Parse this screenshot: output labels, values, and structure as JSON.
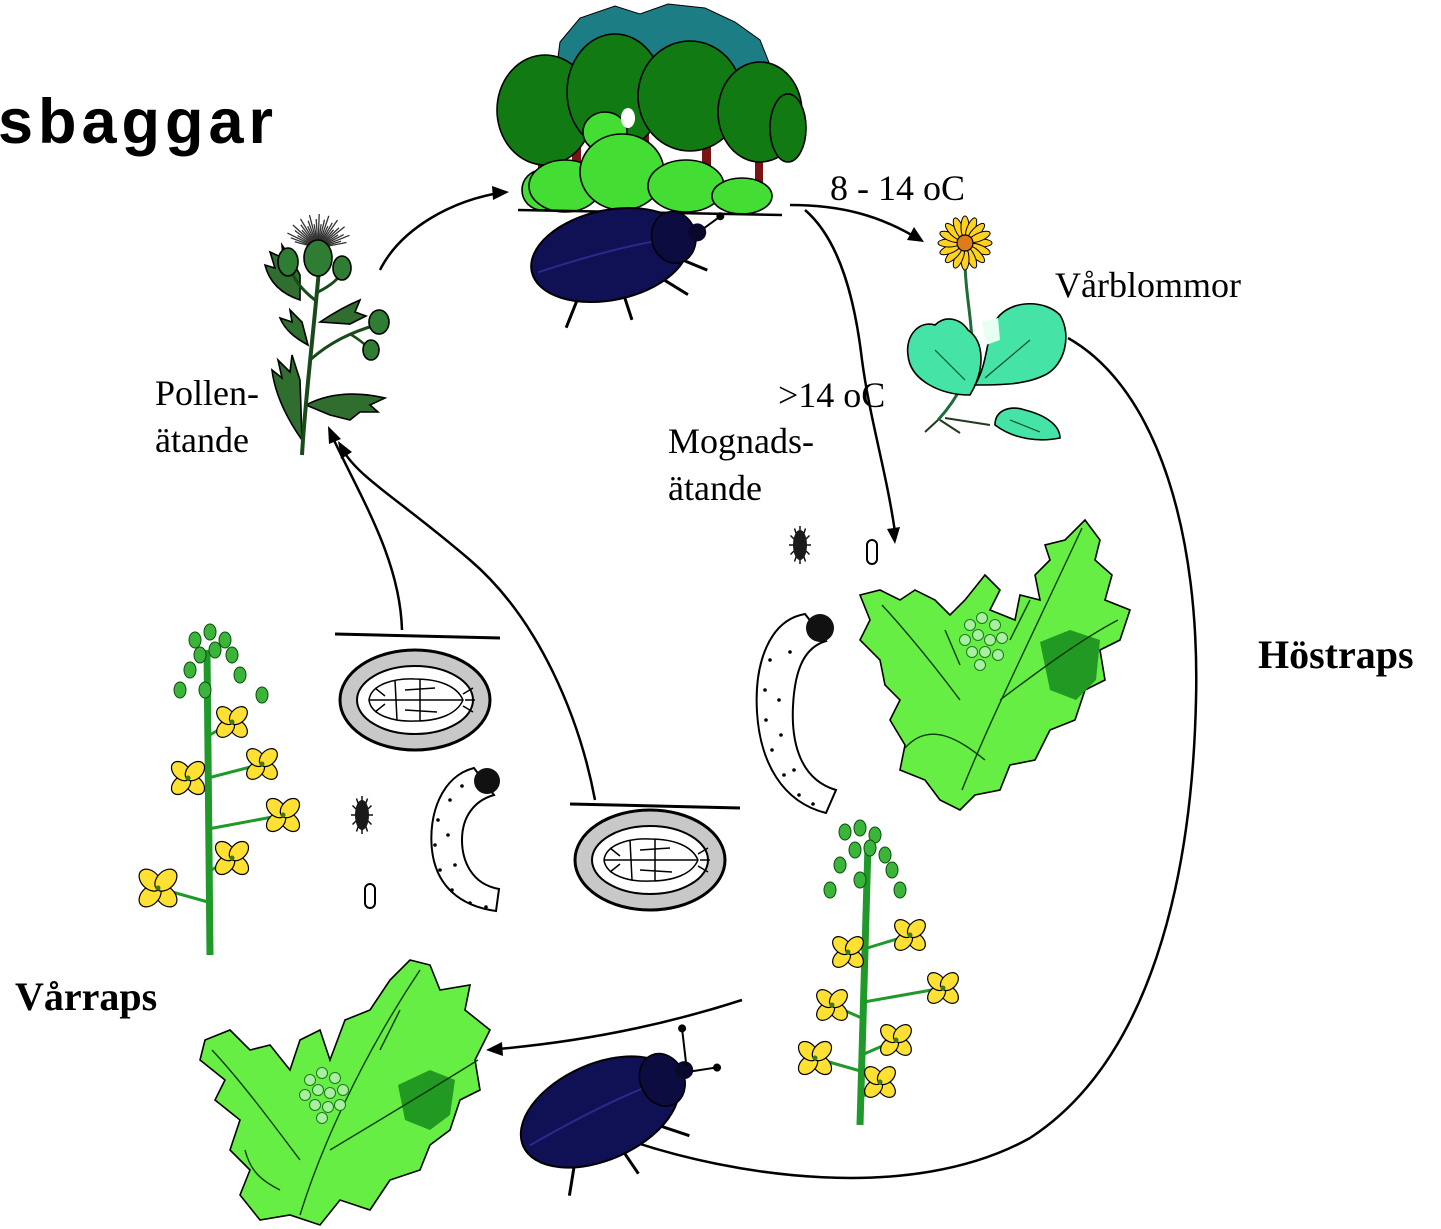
{
  "title": "sbaggar",
  "labels": {
    "temp_low": "8 - 14 oC",
    "spring_flowers": "Vårblommor",
    "pollen_line1": "Pollen-",
    "pollen_line2": "ätande",
    "temp_high": ">14 oC",
    "maturation_line1": "Mognads-",
    "maturation_line2": "ätande",
    "winter_rape": "Höstraps",
    "spring_rape": "Vårraps"
  },
  "colors": {
    "beetle": "#101055",
    "forest_dark": "#127a12",
    "forest_far": "#1d7d84",
    "bush_light": "#44dd33",
    "rape_leaf": "#66ee44",
    "rape_leaf_dark": "#229922",
    "rape_flower": "#ffe033",
    "spring_leaf": "#45e3a5",
    "spring_flower": "#ffd21f",
    "pupa_cell": "#c8c8c8"
  }
}
